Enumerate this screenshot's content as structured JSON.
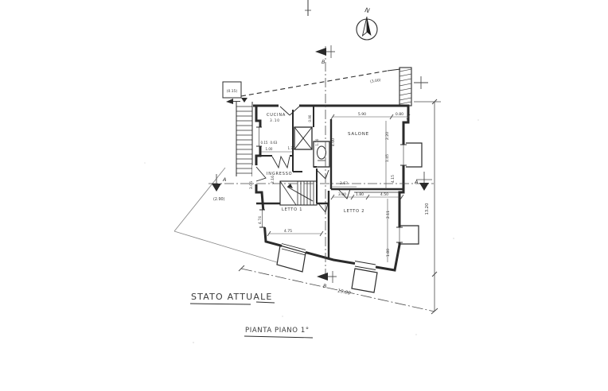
{
  "page": {
    "title": "STATO ATTUALE",
    "subtitle": "PIANTA PIANO 1°"
  },
  "compass": {
    "north": "N"
  },
  "sections": {
    "a": "A",
    "b": "B"
  },
  "rooms": {
    "cucina": "CUCINA",
    "cucina_size": "3.10",
    "salone": "SALONE",
    "ingresso": "INGRESSO",
    "letto1": "LETTO 1",
    "letto2": "LETTO 2"
  },
  "notes": {
    "top_left": "(0.15)",
    "boundary": "(2.90)",
    "terrace": "(3.00)"
  },
  "dims": {
    "overall_w": "19.00",
    "overall_d": "13.20",
    "salone_top": "5.90",
    "top_right": "0.80",
    "salone_left": "4.00",
    "salone_r1": "2.20",
    "salone_r2": "1.45",
    "salone_r3": "4.15",
    "hall": "3.63",
    "l2_t1": "3.00",
    "l2_t2": "1.80",
    "l2_t3": "4.50",
    "l2_r1": "2.11",
    "l2_r2": "1.80",
    "l1_bottom": "4.75",
    "left_up": "3.06",
    "left_low": "4.74",
    "ingresso_l": "2.16",
    "cuc1": "0.15",
    "cuc2": "0.63",
    "cuc3": "1.00",
    "cuc4": "1.70",
    "bath1": "0.90",
    "bath2": "1.10"
  }
}
